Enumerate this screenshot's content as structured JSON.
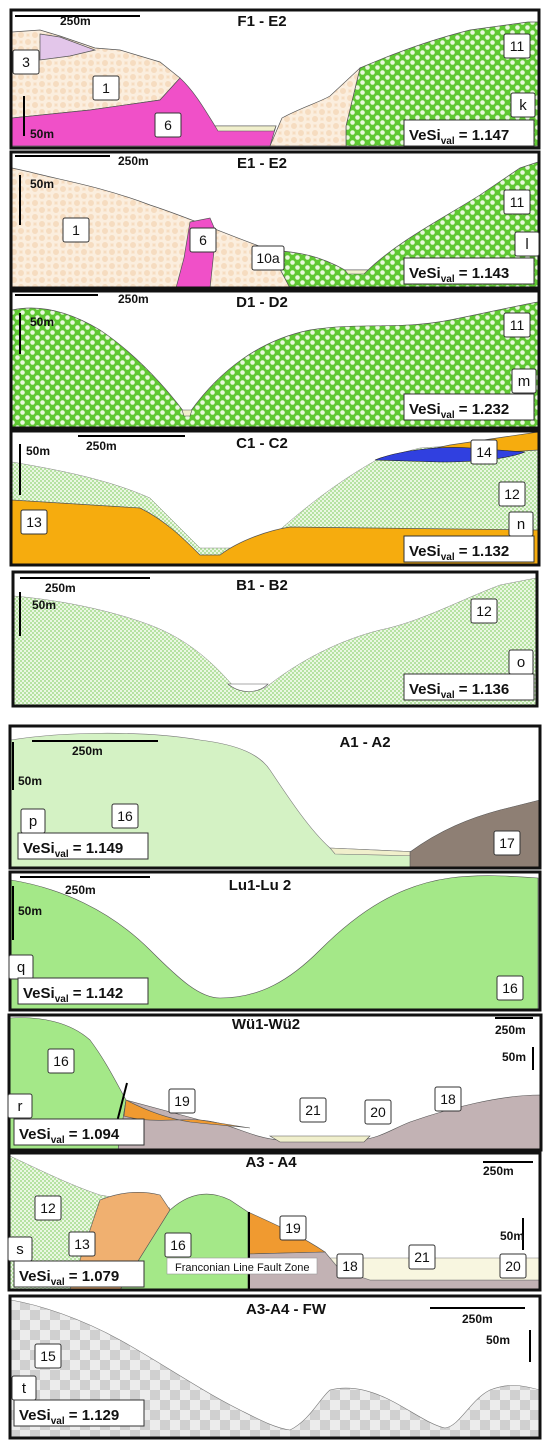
{
  "palette": {
    "unit_1": "#f6dcc0",
    "unit_3": "#e3c6ea",
    "unit_6": "#f050c8",
    "unit_11": "#5fc832",
    "unit_12": "#cfeec0",
    "unit_13": "#f6ac0e",
    "unit_14": "#3040e0",
    "unit_15": "#d0d0d0",
    "unit_16": "#a4e888",
    "unit_16_light": "#d4f2c4",
    "unit_17": "#8e7f74",
    "unit_18": "#c2b2b4",
    "unit_19": "#f09a30",
    "unit_21": "#ffffff",
    "valley_fill": "#f0efcc",
    "frame": "#111111"
  },
  "panels": [
    {
      "title": "F1 - E2",
      "scale_h": "250m",
      "scale_v": "50m",
      "panel_letter": "k",
      "vesi": "1.147",
      "units": [
        "3",
        "1",
        "6",
        "11"
      ]
    },
    {
      "title": "E1 - E2",
      "scale_h": "250m",
      "scale_v": "50m",
      "panel_letter": "l",
      "vesi": "1.143",
      "units": [
        "1",
        "6",
        "10a",
        "11"
      ]
    },
    {
      "title": "D1 - D2",
      "scale_h": "250m",
      "scale_v": "50m",
      "panel_letter": "m",
      "vesi": "1.232",
      "units": [
        "11"
      ]
    },
    {
      "title": "C1 - C2",
      "scale_h": "250m",
      "scale_v": "50m",
      "panel_letter": "n",
      "vesi": "1.132",
      "units": [
        "13",
        "14",
        "12"
      ]
    },
    {
      "title": "B1 - B2",
      "scale_h": "250m",
      "scale_v": "50m",
      "panel_letter": "o",
      "vesi": "1.136",
      "units": [
        "12"
      ]
    },
    {
      "title": "A1 - A2",
      "scale_h": "250m",
      "scale_v": "50m",
      "panel_letter": "p",
      "vesi": "1.149",
      "units": [
        "16",
        "17"
      ]
    },
    {
      "title": "Lu1-Lu 2",
      "scale_h": "250m",
      "scale_v": "50m",
      "panel_letter": "q",
      "vesi": "1.142",
      "units": [
        "16"
      ]
    },
    {
      "title": "Wü1-Wü2",
      "scale_h": "250m",
      "scale_v": "50m",
      "panel_letter": "r",
      "vesi": "1.094",
      "units": [
        "16",
        "19",
        "21",
        "20",
        "18"
      ]
    },
    {
      "title": "A3 - A4",
      "scale_h": "250m",
      "scale_v": "50m",
      "panel_letter": "s",
      "vesi": "1.079",
      "units": [
        "12",
        "13",
        "16",
        "19",
        "18",
        "21",
        "20"
      ],
      "annotation": "Franconian Line Fault Zone"
    },
    {
      "title": "A3-A4 - FW",
      "scale_h": "250m",
      "scale_v": "50m",
      "panel_letter": "t",
      "vesi": "1.129",
      "units": [
        "15"
      ]
    }
  ],
  "vesi_prefix": "VeSi",
  "vesi_subscript": "val",
  "vesi_equals": " = "
}
